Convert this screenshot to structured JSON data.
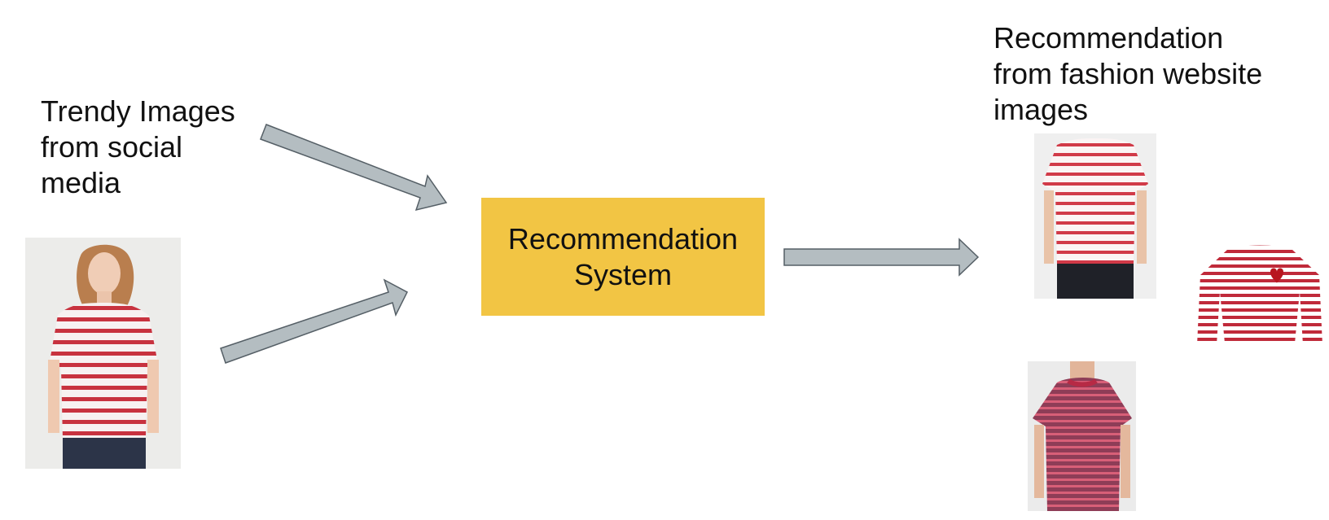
{
  "diagram": {
    "source_label": "Trendy Images\nfrom social\nmedia",
    "system_label": "Recommendation\nSystem",
    "output_label": "Recommendation\nfrom fashion website\nimages"
  },
  "colors": {
    "system_box": "#f2c544",
    "arrow_fill": "#b4bdc1",
    "arrow_stroke": "#555f66",
    "stripe_red": "#c8323f"
  },
  "icons": {
    "arrow": "block-arrow-icon",
    "photo_social": "person-striped-tee-photo",
    "photo_rec_1": "striped-tshirt-photo",
    "photo_rec_2": "striped-longsleeve-photo",
    "photo_rec_3": "striped-tshirt-burgundy-photo"
  }
}
